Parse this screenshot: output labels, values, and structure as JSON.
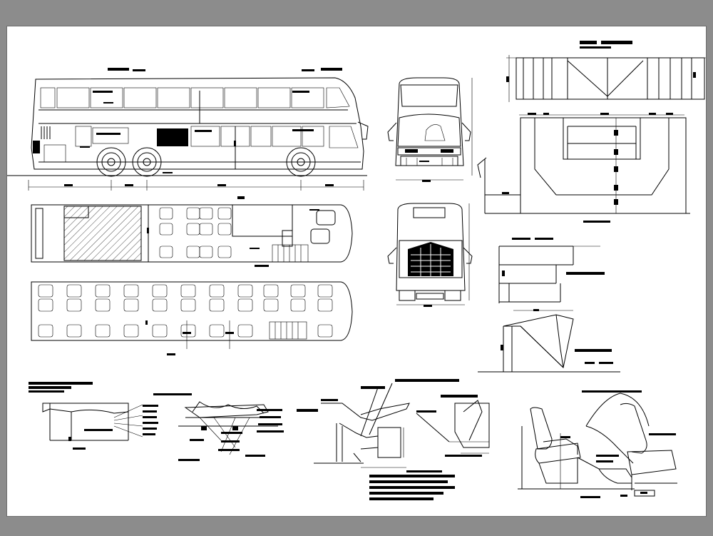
{
  "colors": {
    "frame_background": "#8c8c8c",
    "sheet_background": "#ffffff",
    "ink": "#000000"
  },
  "sheet": {
    "views": [
      "side-elevation",
      "front-elevation",
      "rear-elevation",
      "lower-deck-plan",
      "upper-deck-plan",
      "luggage-compartment-section",
      "partition-elevation",
      "stair-section",
      "seat-details"
    ]
  }
}
